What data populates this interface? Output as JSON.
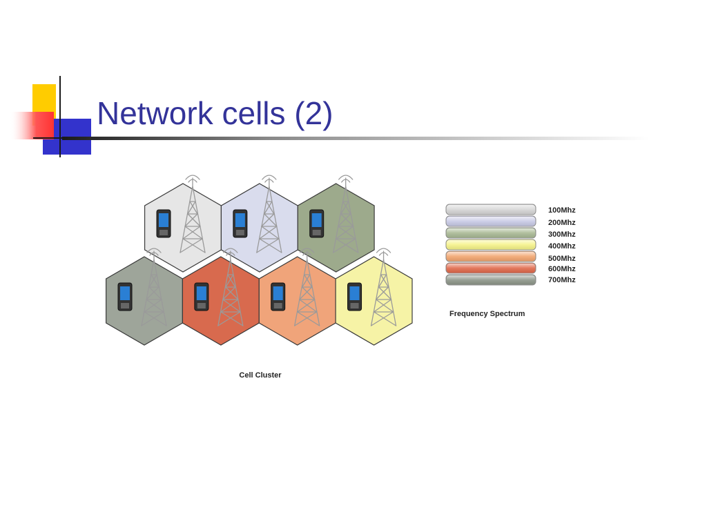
{
  "slide": {
    "title": "Network cells (2)"
  },
  "cell_cluster": {
    "caption": "Cell Cluster",
    "cells": [
      {
        "row": 1,
        "col": 1,
        "color": "#e6e6e6",
        "band": "100Mhz"
      },
      {
        "row": 1,
        "col": 2,
        "color": "#d9dced",
        "band": "200Mhz"
      },
      {
        "row": 1,
        "col": 3,
        "color": "#9daa8c",
        "band": "300Mhz"
      },
      {
        "row": 2,
        "col": 1,
        "color": "#9ea59a",
        "band": "700Mhz"
      },
      {
        "row": 2,
        "col": 2,
        "color": "#d86a4e",
        "band": "600Mhz"
      },
      {
        "row": 2,
        "col": 3,
        "color": "#f0a47a",
        "band": "500Mhz"
      },
      {
        "row": 2,
        "col": 4,
        "color": "#f6f3a6",
        "band": "400Mhz"
      }
    ]
  },
  "frequency_spectrum": {
    "caption": "Frequency Spectrum",
    "bands": [
      {
        "label": "100Mhz",
        "color": "#d6d6d6"
      },
      {
        "label": "200Mhz",
        "color": "#c9cbe6"
      },
      {
        "label": "300Mhz",
        "color": "#a9b995"
      },
      {
        "label": "400Mhz",
        "color": "#f6f38a"
      },
      {
        "label": "500Mhz",
        "color": "#f2a670"
      },
      {
        "label": "600Mhz",
        "color": "#e06a4c"
      },
      {
        "label": "700Mhz",
        "color": "#8e978a"
      }
    ]
  },
  "colors": {
    "title": "#333399",
    "accent_yellow": "#ffcc00",
    "accent_blue": "#3333cc",
    "accent_red": "#ff3333"
  }
}
